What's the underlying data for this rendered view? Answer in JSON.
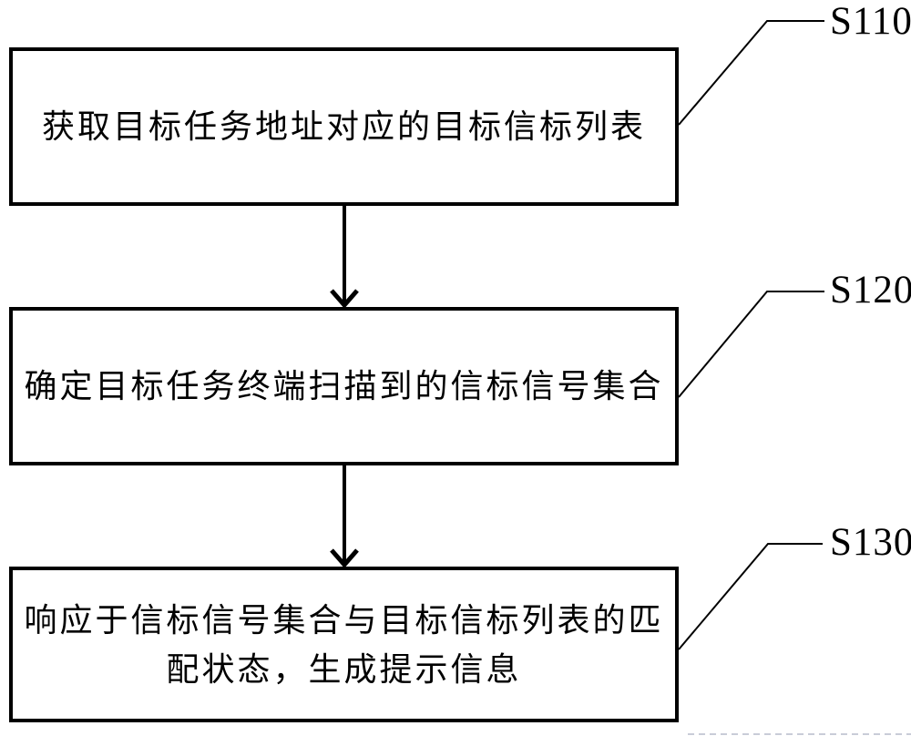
{
  "figure": {
    "type": "flowchart",
    "background_color": "#ffffff",
    "line_color": "#000000",
    "artifact_dash_color": "#c9ccd8",
    "steps": [
      {
        "label": "S110",
        "text": "获取目标任务地址对应的目标信标列表"
      },
      {
        "label": "S120",
        "text": "确定目标任务终端扫描到的信标信号集合"
      },
      {
        "label": "S130",
        "text": "响应于信标信号集合与目标信标列表的匹\n配状态，生成提示信息"
      }
    ]
  }
}
